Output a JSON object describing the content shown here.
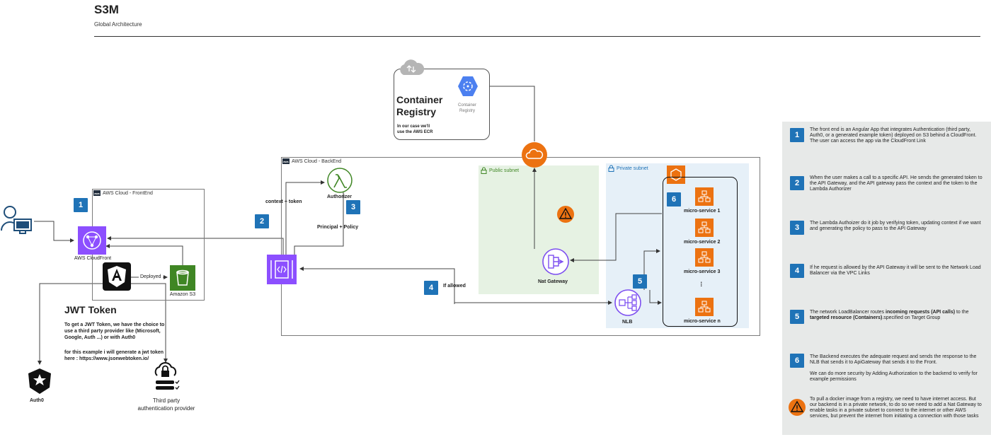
{
  "header": {
    "title": "S3M",
    "subtitle": "Global Architecture"
  },
  "groups": {
    "frontend": "AWS Cloud - FrontEnd",
    "backend": "AWS Cloud - BackEnd",
    "public_subnet": "Public subnet",
    "private_subnet": "Private subnet"
  },
  "registry": {
    "title_line1": "Container",
    "title_line2": "Registry",
    "icon_label_line1": "Container",
    "icon_label_line2": "Registry",
    "note_line1": "In our case we'll",
    "note_line2": "use the AWS ECR"
  },
  "nodes": {
    "cloudfront": "AWS CloudFront",
    "s3": "Amazon S3",
    "authorizer": "Authorizer",
    "nat": "Nat Gateway",
    "nlb": "NLB",
    "auth0": "Auth0",
    "third_party_line1": "Third party",
    "third_party_line2": "authentication provider"
  },
  "edge_labels": {
    "deployed": "Deployed",
    "context_token": "context + token",
    "principal_policy": "Principal + Policy",
    "if_allowed": "If allowed"
  },
  "microservices": [
    "micro-service 1",
    "micro-service 2",
    "micro-service 3",
    "...",
    "micro-service n"
  ],
  "badges": [
    "1",
    "2",
    "3",
    "4",
    "5",
    "6"
  ],
  "jwt": {
    "title": "JWT Token",
    "para1": "To get a JWT Token, we have the choice to use a third party provider like (Microsoft, Google, Auth ...) or with Auth0",
    "para2": "for this example i will generate a jwt token here : https://www.jsonwebtoken.io/"
  },
  "notes": [
    {
      "num": "1",
      "text": "The front end is an Angular App that integrates Authentication (third party, Auth0, or a generated example token) deployed on S3 behind a CloudFront.\nThe user can access the app via the CloudFront Link"
    },
    {
      "num": "2",
      "text": "When the user makes a call to a specific API. He sends the generated token to the API Gateway, and the API gateway pass the context and the token to the Lambda Authorizer"
    },
    {
      "num": "3",
      "text": "The Lambda Authoizer do it job by verifying token, updating context if we want and generating the policy to  pass to the API Gateway"
    },
    {
      "num": "4",
      "text": "If he request is allowed by the API Gateway it will be sent to the Network Load Balancer via the VPC Links"
    },
    {
      "num": "5",
      "text_pre": "The network LoadBalancer routes ",
      "text_b1": "incoming requests (API calls)",
      "text_mid": " to the ",
      "text_b2": "targeted resource (Containers)",
      "text_post": ".specified  on Target Group"
    },
    {
      "num": "6",
      "text": "The Backend executes the adequate request and sends the response to the NLB that sends it to ApiGateway that sends it to the Front.\n\nWe can do more security by Adding Authorization to the backend to verify for example permissions"
    },
    {
      "num": "!",
      "text": "To pull a docker image from a registry, we need to have internet access. But our backend is in a private network, to do so we need to add a Nat Gateway to enable tasks in a private subnet to connect to the internet or other AWS services, but prevent the internet from initiating a connection with those tasks"
    }
  ],
  "colors": {
    "badge": "#1f73b7",
    "cloudfront": "#8c4fff",
    "s3": "#3f8624",
    "lambda": "#3f8624",
    "api_gateway": "#8c4fff",
    "nat": "#7d4ff0",
    "compute": "#ec7211",
    "public_subnet": "#e6f2e3",
    "private_subnet": "#e6f0f8",
    "note_panel": "#e7e9e8"
  }
}
